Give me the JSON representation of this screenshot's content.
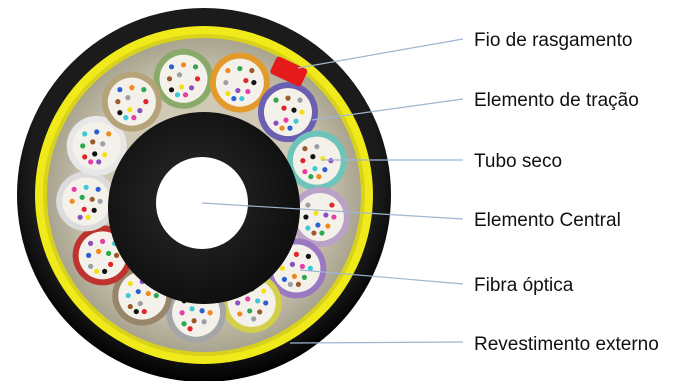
{
  "labels": {
    "rip_cord": "Fio de rasgamento",
    "strength_member": "Elemento de tração",
    "dry_tube": "Tubo seco",
    "central_member": "Elemento Central",
    "optical_fiber": "Fibra óptica",
    "outer_sheath": "Revestimento externo"
  },
  "colors": {
    "outer_jacket": "#111111",
    "yellow_ring": "#f1ea1b",
    "rip_cord": "#e51a1a",
    "core_black": "#1a1a1a",
    "central_member": "#ffffff",
    "leader_line": "#9fb6d1"
  },
  "tubes": [
    {
      "color": "#8aaa6a"
    },
    {
      "color": "#e29b2a"
    },
    {
      "color": "#6a5fb0"
    },
    {
      "color": "#6cc4bb"
    },
    {
      "color": "#b9a1c8"
    },
    {
      "color": "#9a79c2"
    },
    {
      "color": "#d4cf4b"
    },
    {
      "color": "#a5a6a8"
    },
    {
      "color": "#98866a"
    },
    {
      "color": "#bf332f"
    },
    {
      "color": "#dcdcdc"
    },
    {
      "color": "#e7e7e7"
    },
    {
      "color": "#b5a37a"
    }
  ],
  "fiber_colors": [
    "#2c5fd1",
    "#f08a1c",
    "#2ea84f",
    "#9b5a2c",
    "#9aa0a6",
    "#f2f2f2",
    "#e0262b",
    "#111111",
    "#f3e116",
    "#8a4fc0",
    "#e23fa7",
    "#3ec8d6"
  ]
}
